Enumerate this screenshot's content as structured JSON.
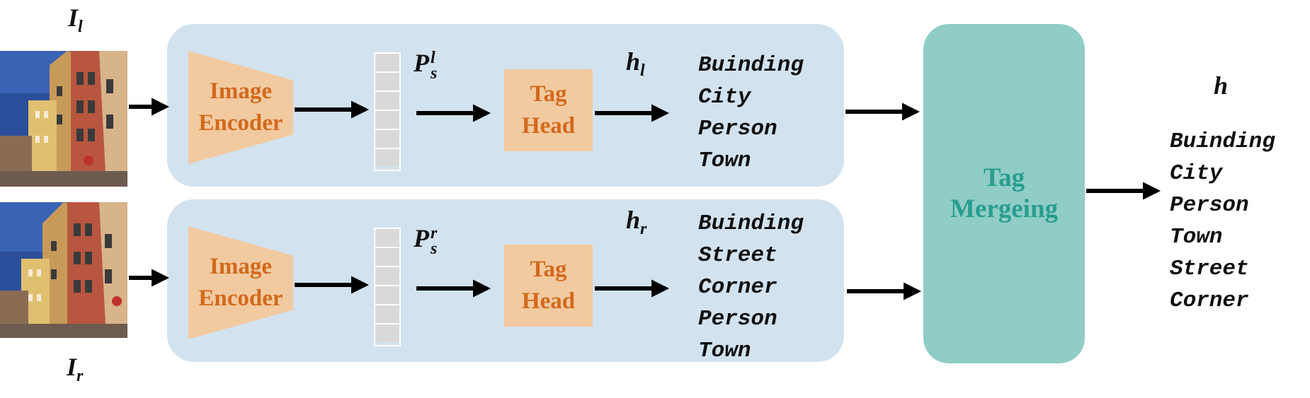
{
  "top_branch": {
    "input_symbol": {
      "base": "I",
      "sub": "l"
    },
    "encoder_label": "Image\nEncoder",
    "prompt_symbol": {
      "base": "P",
      "sub": "s",
      "sup": "l"
    },
    "head_label": "Tag\nHead",
    "output_symbol": {
      "base": "h",
      "sub": "l"
    },
    "tags": [
      "Buinding",
      "City",
      "Person",
      "Town"
    ]
  },
  "bottom_branch": {
    "input_symbol": {
      "base": "I",
      "sub": "r"
    },
    "encoder_label": "Image\nEncoder",
    "prompt_symbol": {
      "base": "P",
      "sub": "s",
      "sup": "r"
    },
    "head_label": "Tag\nHead",
    "output_symbol": {
      "base": "h",
      "sub": "r"
    },
    "tags": [
      "Buinding",
      "Street",
      "Corner",
      "Person",
      "Town"
    ]
  },
  "merge": {
    "label": "Tag\nMergeing"
  },
  "final": {
    "symbol": "h",
    "tags": [
      "Buinding",
      "City",
      "Person",
      "Town",
      "Street",
      "Corner"
    ]
  },
  "colors": {
    "panel": "#d2e2ef",
    "encoder_fill": "#f2caa0",
    "encoder_text": "#d2691c",
    "merge_fill": "#8fcdc6",
    "merge_text": "#2a9d90",
    "arrow": "#000000"
  },
  "icons": [
    "street-photo-left",
    "street-photo-right",
    "arrow-right"
  ]
}
